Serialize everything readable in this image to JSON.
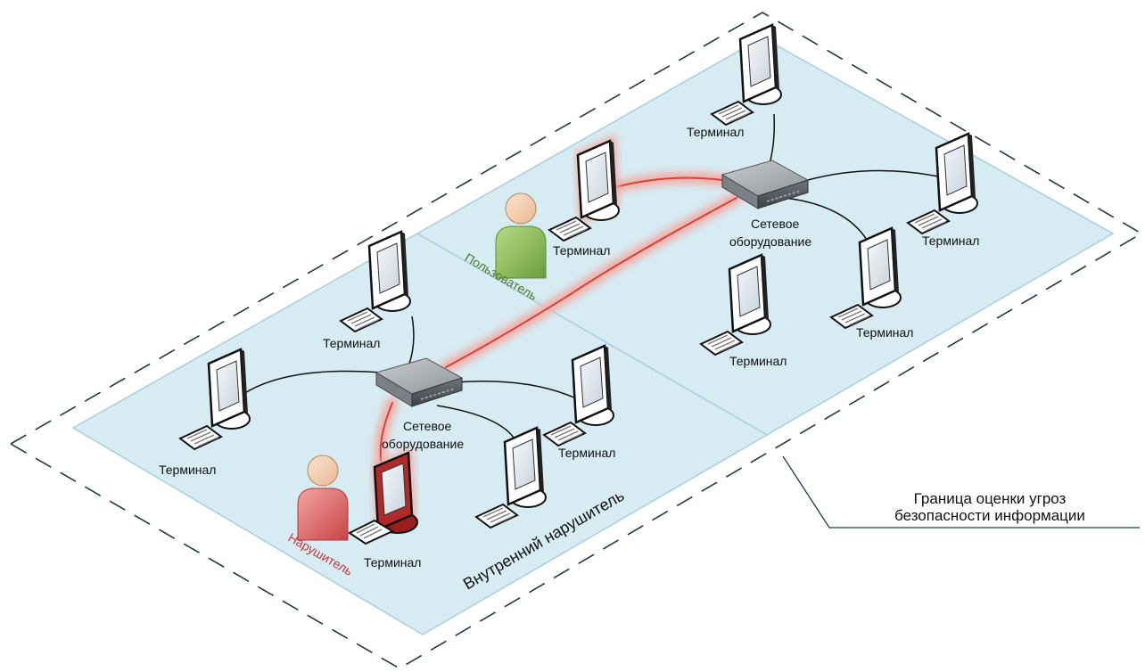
{
  "colors": {
    "zone_fill": "#d6ebf2",
    "zone_stroke": "#a9cfdc",
    "boundary": "#1d3a4a",
    "attack_path": "#d0443a",
    "attack_glow": "#f1b0aa",
    "user_body": "#8fbd5a",
    "intruder_body": "#e06a6a",
    "intruder_terminal": "#9b1d1d",
    "user_label": "#4a7a2c",
    "intruder_label": "#c23a3a"
  },
  "labels": {
    "terminal": "Терминал",
    "network_equipment_line1": "Сетевое",
    "network_equipment_line2": "оборудование",
    "user": "Пользователь",
    "intruder": "Нарушитель",
    "internal_intruder": "Внутренний нарушитель",
    "boundary_line1": "Граница оценки угроз",
    "boundary_line2": "безопасности информации"
  },
  "icons": [
    "monitor-icon",
    "keyboard-icon",
    "network-switch-icon",
    "person-icon"
  ]
}
